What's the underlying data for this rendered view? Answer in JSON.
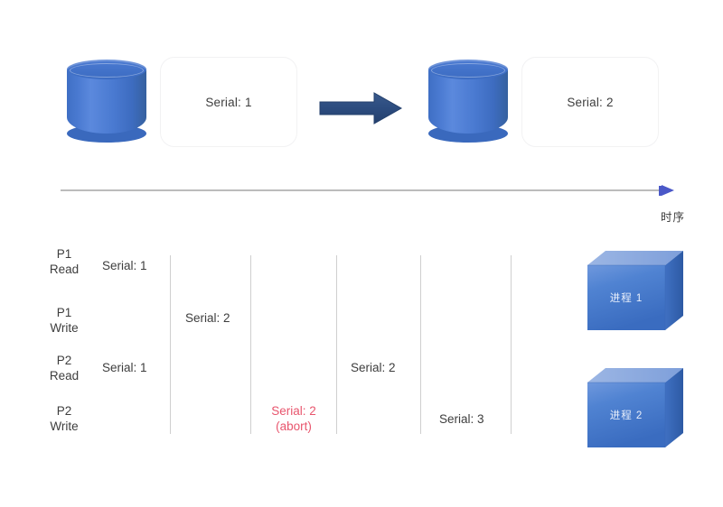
{
  "diagram": {
    "title_visible": false,
    "colors": {
      "db_blue": "#4472C4",
      "arrow_navy": "#2E4B79",
      "timeline_gray": "#a6a6a6",
      "timeline_arrowhead": "#4a58c8",
      "divider_gray": "#cfcfcf",
      "abort_red": "#e8556d",
      "box_blue_front": "#4472C4",
      "box_blue_top": "#8FAADC",
      "box_blue_side": "#2F5597",
      "text_gray": "#3d3d3d"
    }
  },
  "top_section": {
    "before": {
      "db_icon": "database-cylinder",
      "value_label": "Serial: 1"
    },
    "transition": {
      "arrow_icon": "right-block-arrow"
    },
    "after": {
      "db_icon": "database-cylinder",
      "value_label": "Serial: 2"
    }
  },
  "timeline": {
    "axis_icon": "right-arrow-axis",
    "caption": "时序"
  },
  "schedule": {
    "rows": [
      {
        "name": "P1 Read",
        "line1": "P1",
        "line2": "Read"
      },
      {
        "name": "P1 Write",
        "line1": "P1",
        "line2": "Write"
      },
      {
        "name": "P2 Read",
        "line1": "P2",
        "line2": "Read"
      },
      {
        "name": "P2 Write",
        "line1": "P2",
        "line2": "Write"
      }
    ],
    "cells": [
      {
        "id": "p1-read-serial",
        "row": "P1 Read",
        "column": 1,
        "text": "Serial: 1",
        "abort": false
      },
      {
        "id": "p1-write-serial",
        "row": "P1 Write",
        "column": 2,
        "text": "Serial: 2",
        "abort": false
      },
      {
        "id": "p2-read-serial",
        "row": "P2 Read",
        "column": 1,
        "text": "Serial: 1",
        "abort": false
      },
      {
        "id": "p2-read-serial-2",
        "row": "P2 Read",
        "column": 4,
        "text": "Serial: 2",
        "abort": false
      },
      {
        "id": "p2-write-abort",
        "row": "P2 Write",
        "column": 3,
        "text_line1": "Serial: 2",
        "text_line2": "(abort)",
        "abort": true
      },
      {
        "id": "p2-write-serial",
        "row": "P2 Write",
        "column": 5,
        "text": "Serial: 3",
        "abort": false
      }
    ],
    "cell_texts": {
      "p1_read": "Serial: 1",
      "p1_write": "Serial: 2",
      "p2_read_left": "Serial: 1",
      "p2_read_right": "Serial: 2",
      "p2_write_abort_line1": "Serial: 2",
      "p2_write_abort_line2": "(abort)",
      "p2_write_right": "Serial: 3"
    }
  },
  "legend": {
    "process_1": "进程 1",
    "process_2": "进程 2"
  }
}
